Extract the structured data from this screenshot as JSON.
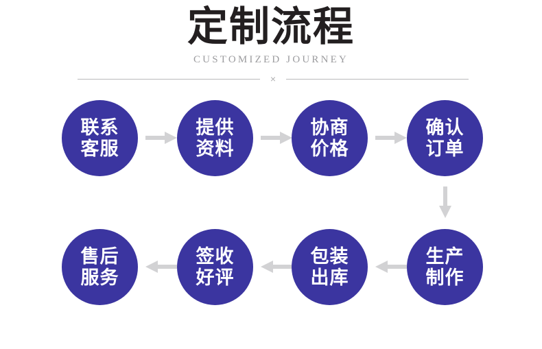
{
  "header": {
    "title": "定制流程",
    "subtitle": "CUSTOMIZED JOURNEY",
    "divider_mark": "×"
  },
  "theme": {
    "node_color": "#3b35a0",
    "node_text_color": "#ffffff",
    "arrow_color": "#d2d2d4",
    "title_color": "#231f20",
    "subtitle_color": "#9b9b9e",
    "divider_color": "#b9b9bb",
    "background": "#ffffff"
  },
  "flow": {
    "rows": [
      {
        "direction": "left-to-right",
        "steps": [
          {
            "line1": "联系",
            "line2": "客服"
          },
          {
            "line1": "提供",
            "line2": "资料"
          },
          {
            "line1": "协商",
            "line2": "价格"
          },
          {
            "line1": "确认",
            "line2": "订单"
          }
        ]
      },
      {
        "direction": "right-to-left",
        "steps": [
          {
            "line1": "售后",
            "line2": "服务"
          },
          {
            "line1": "签收",
            "line2": "好评"
          },
          {
            "line1": "包装",
            "line2": "出库"
          },
          {
            "line1": "生产",
            "line2": "制作"
          }
        ]
      }
    ],
    "connectors": {
      "row1": [
        "arrow-right",
        "arrow-right",
        "arrow-right"
      ],
      "row2": [
        "arrow-left",
        "arrow-left",
        "arrow-left"
      ],
      "row_link": "arrow-down"
    }
  }
}
